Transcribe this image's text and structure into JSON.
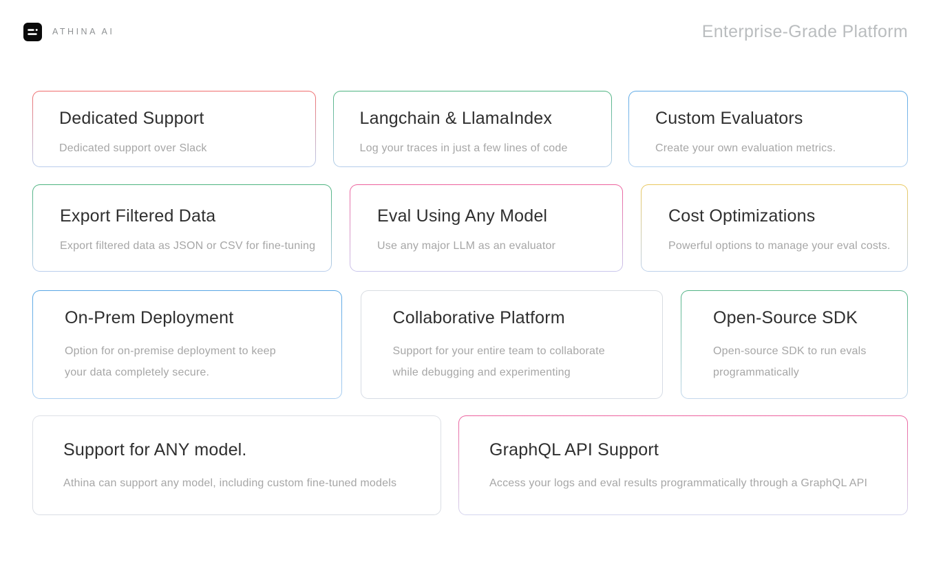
{
  "header": {
    "brand": "ATHINA AI",
    "title": "Enterprise-Grade Platform",
    "logo_color": "#0a0a0a"
  },
  "rows": [
    {
      "cards": [
        {
          "title": "Dedicated Support",
          "description": "Dedicated support over Slack",
          "accent_top": "#ef6a6a",
          "accent_bottom": "#b9cdec"
        },
        {
          "title": "Langchain & LlamaIndex",
          "description": "Log your traces in just a few lines of code",
          "accent_top": "#4bb27e",
          "accent_bottom": "#b4cdea"
        },
        {
          "title": "Custom Evaluators",
          "description": "Create your own evaluation metrics.",
          "accent_top": "#5ba8e5",
          "accent_bottom": "#aecff0"
        }
      ]
    },
    {
      "cards": [
        {
          "title": "Export Filtered Data",
          "description": "Export filtered data as JSON or CSV for fine-tuning",
          "accent_top": "#4bb27e",
          "accent_bottom": "#b9cdec"
        },
        {
          "title": "Eval Using Any Model",
          "description": "Use any major LLM as an evaluator",
          "accent_top": "#ed5f9b",
          "accent_bottom": "#c9c6ec"
        },
        {
          "title": "Cost Optimizations",
          "description": "Powerful options to manage your eval costs.",
          "accent_top": "#e9c75c",
          "accent_bottom": "#bdd1eb"
        }
      ]
    },
    {
      "cards": [
        {
          "title": "On-Prem Deployment",
          "description": "Option for on-premise deployment to keep your data completely secure.",
          "accent_top": "#57a6e4",
          "accent_bottom": "#abcef0"
        },
        {
          "title": "Collaborative Platform",
          "description": "Support for your entire team to collaborate while debugging and experimenting",
          "accent_top": "#d8dce1",
          "accent_bottom": "#d5dbe4"
        },
        {
          "title": "Open-Source SDK",
          "description": "Open-source SDK to run evals programmatically",
          "accent_top": "#4fb383",
          "accent_bottom": "#c3d7ec"
        }
      ]
    },
    {
      "cards": [
        {
          "title": "Support for ANY model.",
          "description": "Athina can support any model, including custom fine-tuned models",
          "accent_top": "#dde0e6",
          "accent_bottom": "#d9dde4"
        },
        {
          "title": "GraphQL API Support",
          "description": "Access your logs and eval results programmatically through a GraphQL API",
          "accent_top": "#ec5f9d",
          "accent_bottom": "#d4d5ee"
        }
      ]
    }
  ]
}
